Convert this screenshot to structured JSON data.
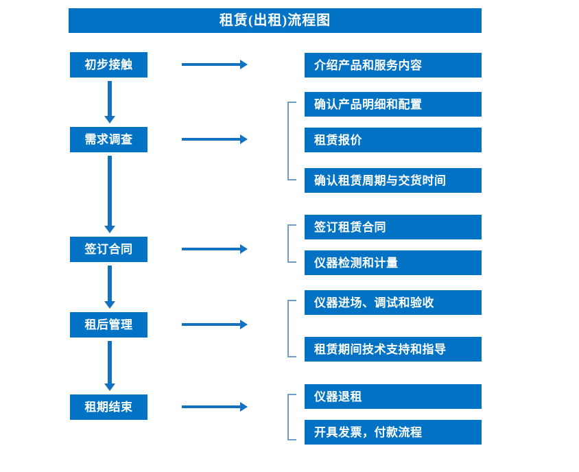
{
  "title": "租赁(出租)流程图",
  "colors": {
    "box_blue": "#0272c4",
    "arrow_blue": "#1272bf",
    "bracket_gray_blue": "#6b9ec9",
    "text_white": "#ffffff",
    "background": "#ffffff"
  },
  "stages": [
    {
      "label": "初步接触"
    },
    {
      "label": "需求调查"
    },
    {
      "label": "签订合同"
    },
    {
      "label": "租后管理"
    },
    {
      "label": "租期结束"
    }
  ],
  "details": [
    {
      "label": "介绍产品和服务内容"
    },
    {
      "label": "确认产品明细和配置"
    },
    {
      "label": "租赁报价"
    },
    {
      "label": "确认租赁周期与交货时间"
    },
    {
      "label": "签订租赁合同"
    },
    {
      "label": "仪器检测和计量"
    },
    {
      "label": "仪器进场、调试和验收"
    },
    {
      "label": "租赁期间技术支持和指导"
    },
    {
      "label": "仪器退租"
    },
    {
      "label": "开具发票，付款流程"
    }
  ],
  "flow": {
    "stage_to_detail_arrows": 5,
    "stage_to_stage_arrows": 4,
    "grouping_brackets": 4
  }
}
